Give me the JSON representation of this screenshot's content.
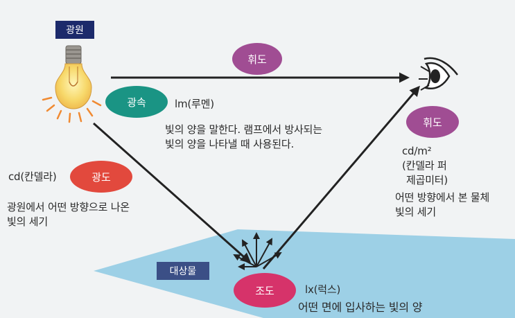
{
  "source_tag": "광원",
  "target_tag": "대상물",
  "luminance": {
    "top_label": "휘도",
    "right_label": "휘도",
    "unit_lines": [
      "cd/m²",
      "(칸델라 퍼",
      "제곱미터)"
    ],
    "desc_lines": [
      "어떤 방향에서 본 물체",
      "빛의 세기"
    ]
  },
  "luminous_flux": {
    "label": "광속",
    "unit": "lm(루멘)",
    "desc_lines": [
      "빛의 양을 말한다. 램프에서 방사되는",
      "빛의 양을 나타낼 때 사용된다."
    ]
  },
  "luminous_intensity": {
    "label": "광도",
    "unit": "cd(칸델라)",
    "desc_lines": [
      "광원에서 어떤 방향으로 나온",
      "빛의 세기"
    ]
  },
  "illuminance": {
    "label": "조도",
    "unit": "lx(럭스)",
    "desc": "어떤 면에 입사하는 빛의 양"
  },
  "colors": {
    "luminance": "#a04d93",
    "flux": "#1a9484",
    "intensity": "#e2493d",
    "illuminance": "#d6336a",
    "tag": "#1c2a6b",
    "surface": "#8ec9e3",
    "arrow": "#222222",
    "bulb_glow": "#f08a32"
  }
}
